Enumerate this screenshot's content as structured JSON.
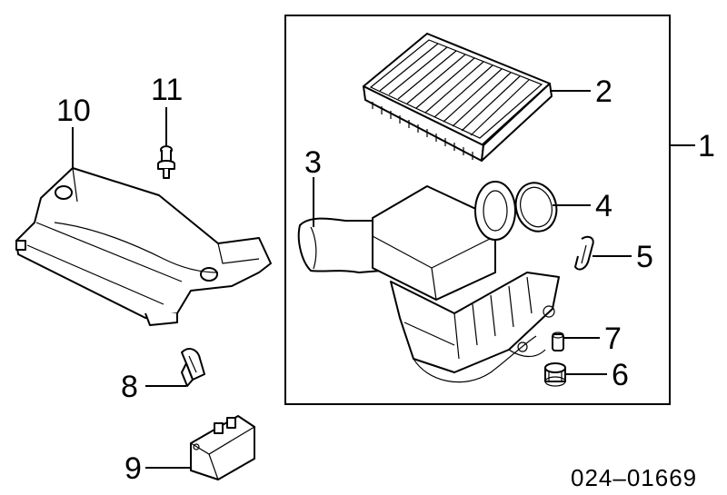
{
  "diagram": {
    "reference_number": "024–01669",
    "callouts": [
      {
        "id": "1",
        "label": "1"
      },
      {
        "id": "2",
        "label": "2"
      },
      {
        "id": "3",
        "label": "3"
      },
      {
        "id": "4",
        "label": "4"
      },
      {
        "id": "5",
        "label": "5"
      },
      {
        "id": "6",
        "label": "6"
      },
      {
        "id": "7",
        "label": "7"
      },
      {
        "id": "8",
        "label": "8"
      },
      {
        "id": "9",
        "label": "9"
      },
      {
        "id": "10",
        "label": "10"
      },
      {
        "id": "11",
        "label": "11"
      }
    ]
  }
}
